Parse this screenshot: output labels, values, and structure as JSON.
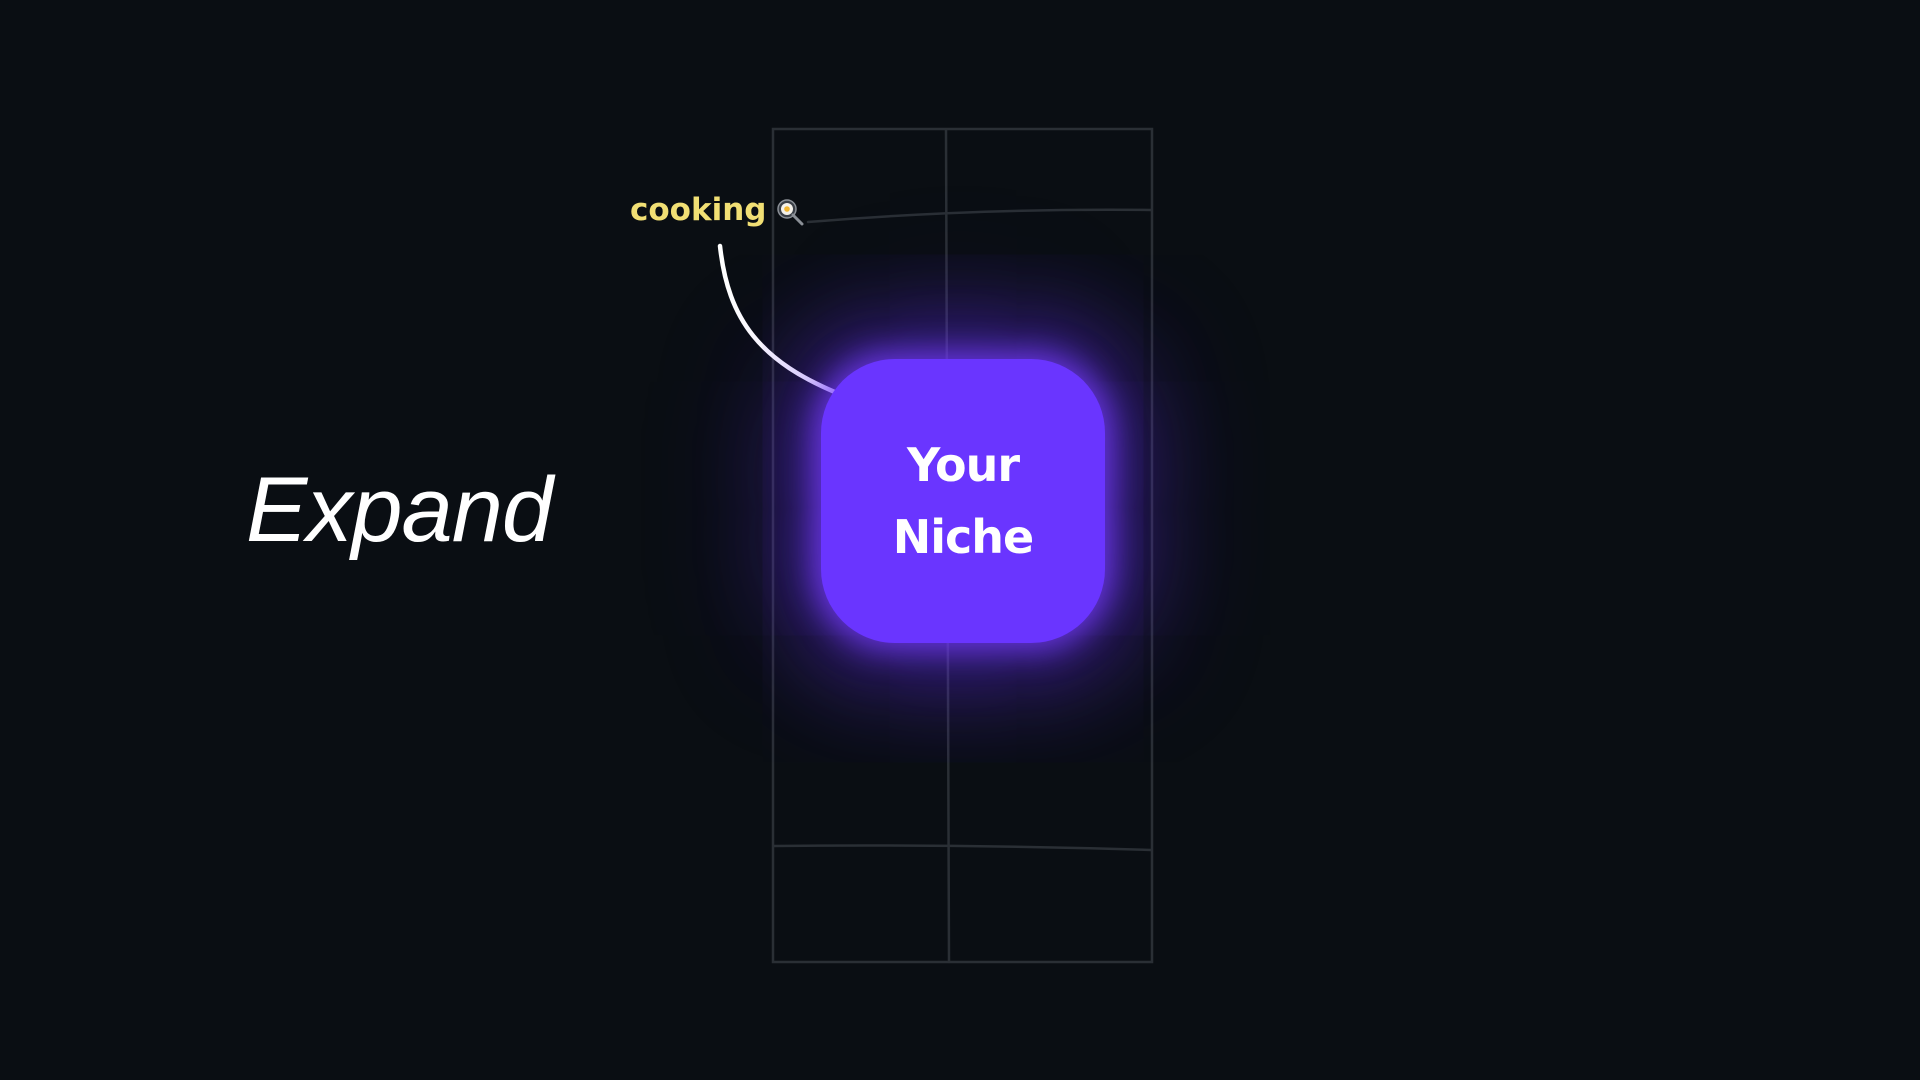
{
  "scene": {
    "heading": "Expand",
    "tag": {
      "label": "cooking",
      "icon": "frying-pan-egg-icon"
    },
    "card": {
      "line1": "Your",
      "line2": "Niche"
    }
  },
  "colors": {
    "background": "#0a0e13",
    "accent_purple": "#6a35ff",
    "tag_yellow": "#f1df74",
    "grid_line": "#2a2f35",
    "text": "#ffffff"
  }
}
